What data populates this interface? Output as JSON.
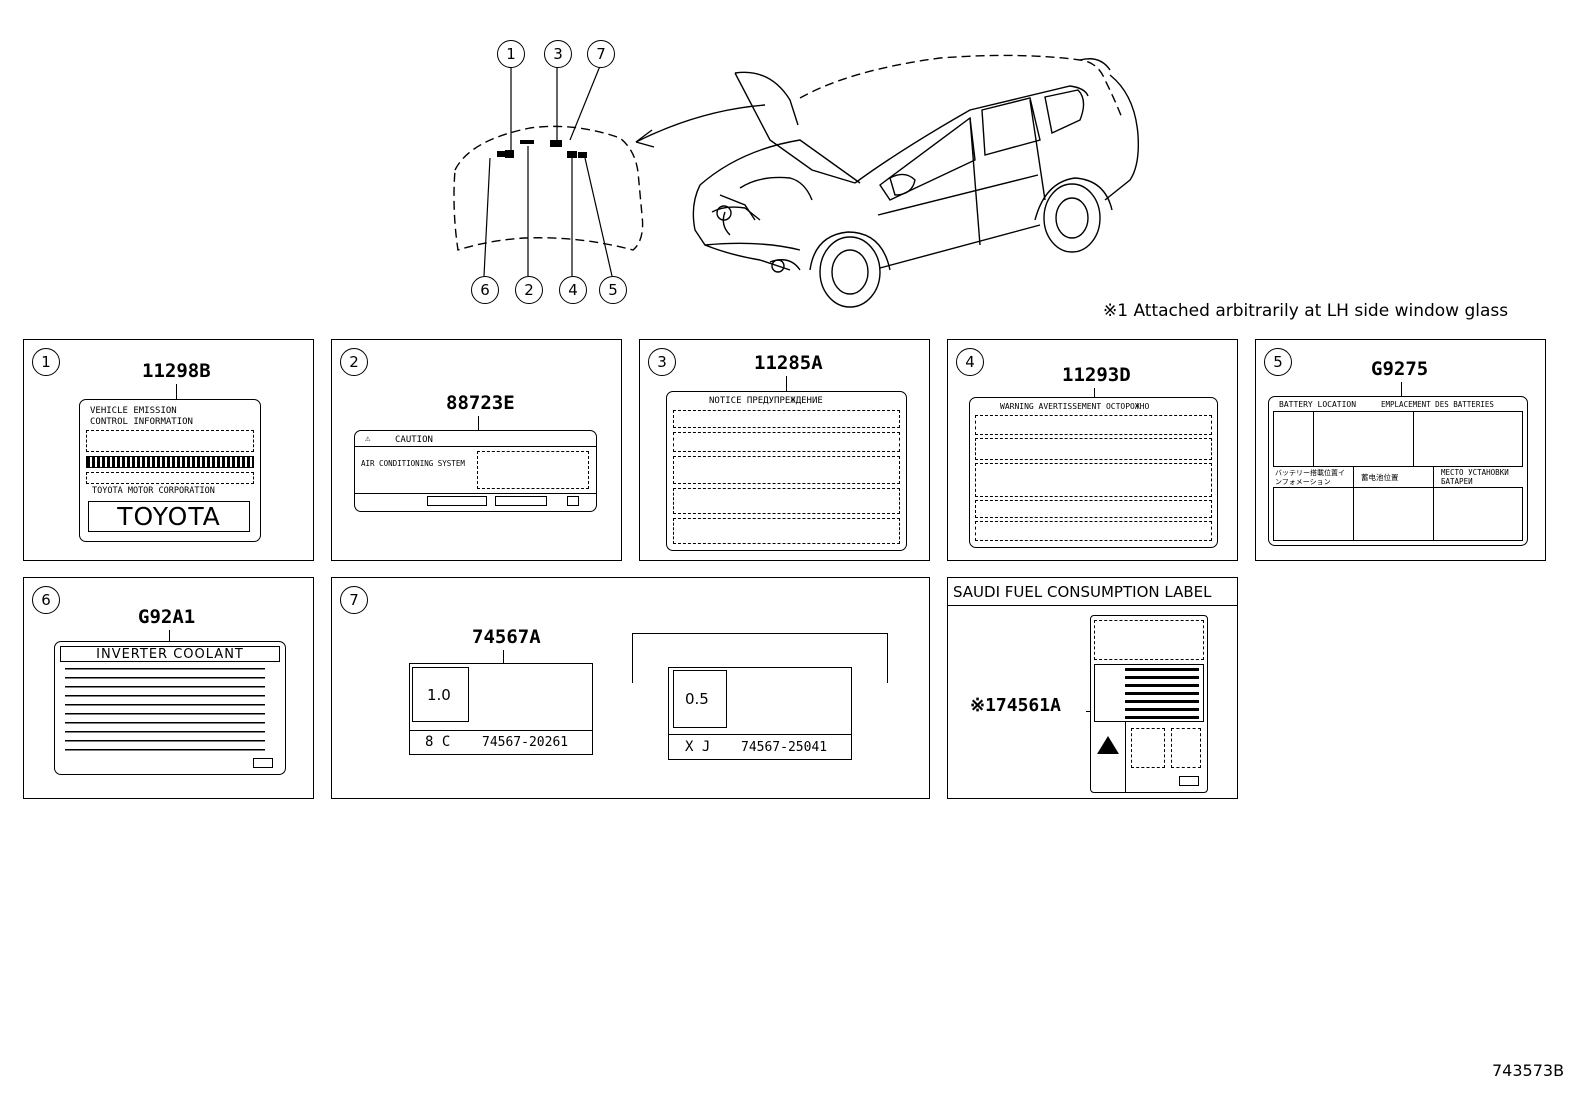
{
  "note": "※1 Attached arbitrarily at LH side window glass",
  "illustration_id": "743573B",
  "callouts": {
    "top": [
      "1",
      "3",
      "7"
    ],
    "bottom": [
      "6",
      "2",
      "4",
      "5"
    ]
  },
  "panels": [
    {
      "num": "1",
      "part": "11298B",
      "lines": [
        "VEHICLE  EMISSION",
        "CONTROL  INFORMATION",
        "TOYOTA MOTOR CORPORATION",
        "TOYOTA"
      ]
    },
    {
      "num": "2",
      "part": "88723E",
      "lines": [
        "CAUTION",
        "AIR CONDITIONING SYSTEM"
      ]
    },
    {
      "num": "3",
      "part": "11285A",
      "lines": [
        "NOTICE  ПРЕДУПРЕЖДЕНИЕ"
      ]
    },
    {
      "num": "4",
      "part": "11293D",
      "lines": [
        "WARNING  AVERTISSEMENT  ОСТОРОЖНО"
      ]
    },
    {
      "num": "5",
      "part": "G9275",
      "lines": [
        "BATTERY  LOCATION",
        "EMPLACEMENT DES BATTERIES",
        "バッテリー搭載位置インフォメーション",
        "蓄电池位置",
        "МЕСТО УСТАНОВКИ БАТАРЕИ"
      ]
    },
    {
      "num": "6",
      "part": "G92A1",
      "lines": [
        "INVERTER COOLANT"
      ]
    },
    {
      "num": "7",
      "part": "74567A",
      "variants": [
        {
          "value": "1.0",
          "code": "8 C",
          "part_no": "74567-20261"
        },
        {
          "value": "0.5",
          "code": "X J",
          "part_no": "74567-25041"
        }
      ]
    },
    {
      "title": "SAUDI FUEL CONSUMPTION LABEL",
      "part": "※174561A"
    }
  ]
}
